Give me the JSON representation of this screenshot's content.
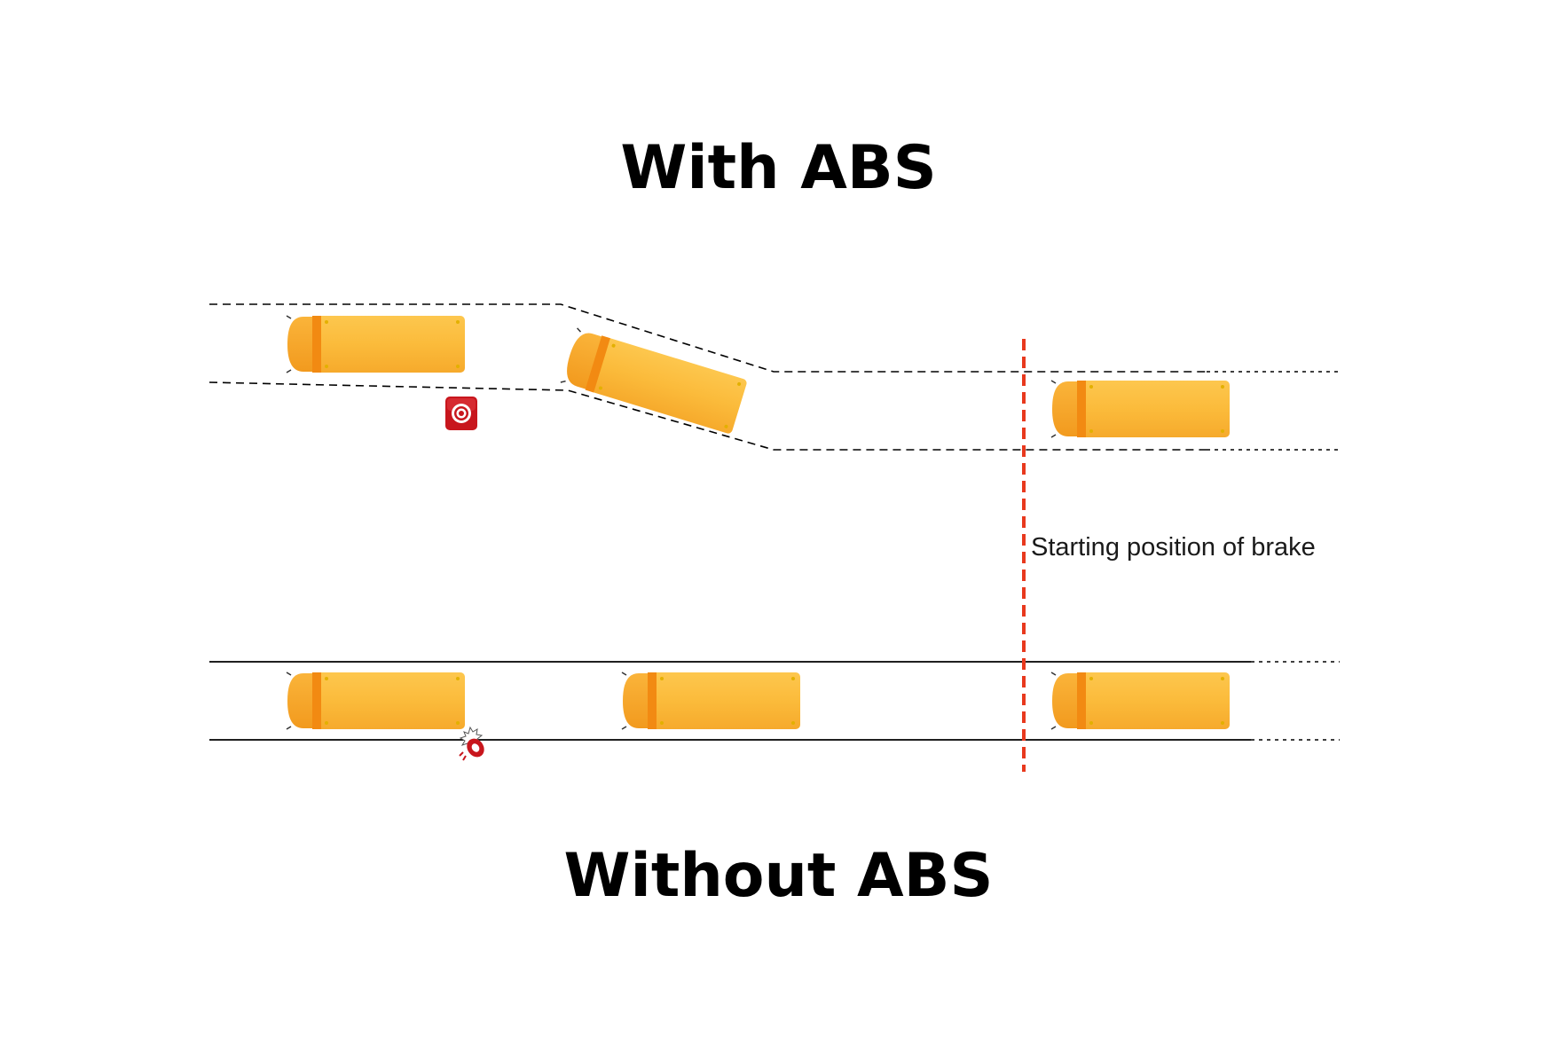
{
  "titles": {
    "with_abs": "With ABS",
    "without_abs": "Without ABS"
  },
  "brake_label": "Starting position of brake",
  "colors": {
    "bus_body": "#FBBB3B",
    "bus_front": "#F7A21A",
    "bus_stripe": "#F28A12",
    "brake_line": "#E8391E",
    "abs_icon": "#C8161D",
    "lane_line": "#000000"
  },
  "icons": {
    "abs_indicator": "abs-warning-icon",
    "skid_indicator": "skid-tire-icon"
  }
}
